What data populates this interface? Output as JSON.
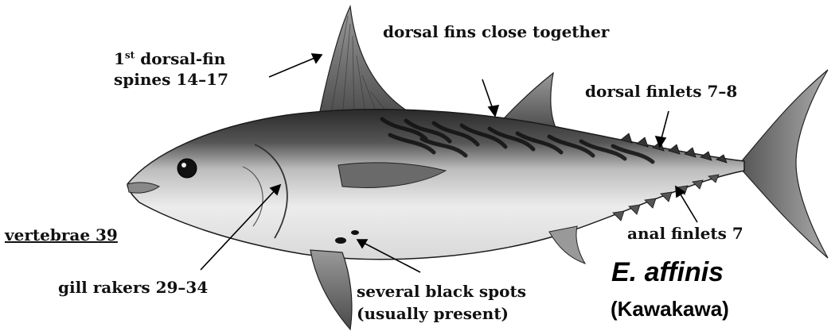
{
  "labels": {
    "dorsal_spines_ordinal": "1",
    "dorsal_spines_sup": "st",
    "dorsal_spines_line1": "dorsal-fin",
    "dorsal_spines_line2": "spines 14–17",
    "dorsal_fins_close": "dorsal fins close together",
    "dorsal_finlets": "dorsal finlets 7–8",
    "anal_finlets": "anal finlets 7",
    "vertebrae": "vertebrae 39",
    "gill_rakers": "gill rakers 29–34",
    "black_spots_line1": "several black spots",
    "black_spots_line2": "(usually present)"
  },
  "species": {
    "scientific_name": "E. affinis",
    "common_name": "(Kawakawa)"
  }
}
